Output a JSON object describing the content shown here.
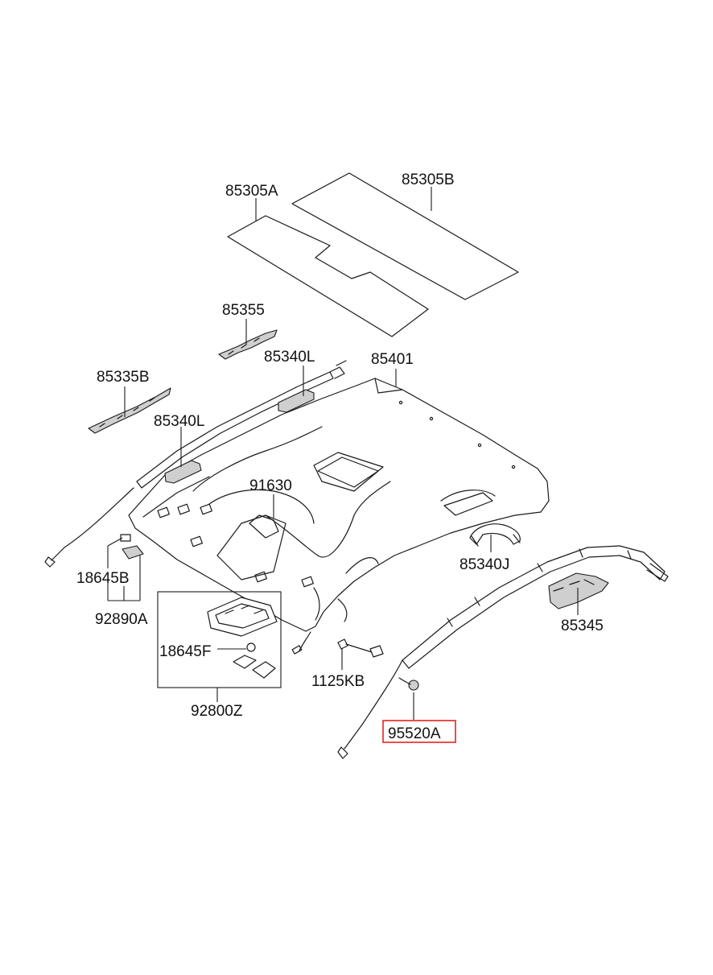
{
  "accent_color": "#e8231f",
  "highlighted_part": "95520A",
  "labels": {
    "p85305A": "85305A",
    "p85305B": "85305B",
    "p85355": "85355",
    "p85340L_top": "85340L",
    "p85401": "85401",
    "p85335B": "85335B",
    "p85340L_left": "85340L",
    "p91630": "91630",
    "p85340J": "85340J",
    "p18645B": "18645B",
    "p92890A": "92890A",
    "p85345": "85345",
    "p18645F": "18645F",
    "p1125KB": "1125KB",
    "p92800Z": "92800Z",
    "p95520A": "95520A"
  }
}
